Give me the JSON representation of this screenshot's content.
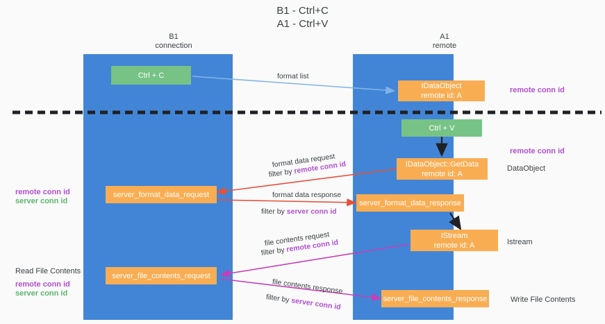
{
  "title": "B1 - Ctrl+C\nA1 - Ctrl+V",
  "columns": {
    "left": "B1\nconnection",
    "right": "A1\nremote"
  },
  "nodes": {
    "ctrl_c": "Ctrl + C",
    "ctrl_v": "Ctrl + V",
    "idataobject": "IDataObject\nremote id: A",
    "idataobject_line1": "IDataObject",
    "idataobject_line2": "remote id: A",
    "getdata_line1": "IDataObject::GetData",
    "getdata_line2": "remote id: A",
    "istream_line1": "IStream",
    "istream_line2": "remote id: A",
    "server_format_data_request": "server_format_data_request",
    "server_format_data_response": "server_format_data_response",
    "server_file_contents_request": "server_file_contents_request",
    "server_file_contents_response": "server_file_contents_response"
  },
  "edges": {
    "format_list": "format list",
    "format_data_request": "format data request",
    "format_data_request_filter_prefix": "filter by ",
    "format_data_request_filter_key": "remote conn id",
    "format_data_response": "format data response",
    "format_data_response_filter_prefix": "filter by ",
    "format_data_response_filter_key": "server conn id",
    "file_contents_request": "file contents request",
    "file_contents_request_filter_prefix": "filter by ",
    "file_contents_request_filter_key": "remote conn id",
    "file_contents_response": "file contents response",
    "file_contents_response_filter_prefix": "filter by ",
    "file_contents_response_filter_key": "server conn id"
  },
  "annotations": {
    "right_remote_conn_id_top": "remote conn id",
    "right_remote_conn_id_mid": "remote conn id",
    "right_dataobject": "DataObject",
    "right_istream": "Istream",
    "right_write_file_contents": "Write File Contents",
    "left_remote_conn_id": "remote conn id",
    "left_server_conn_id": "server conn id",
    "left_read_file_contents": "Read File Contents",
    "left_remote_conn_id_2": "remote conn id",
    "left_server_conn_id_2": "server conn id"
  },
  "colors": {
    "lane": "#4285d6",
    "green_node": "#77c386",
    "orange_node": "#f9ad52",
    "purple_text": "#b04fd0",
    "green_text": "#5cb56e",
    "arrow_blue": "#7fb4e6",
    "arrow_red": "#e8503a",
    "arrow_magenta": "#c63fb8",
    "arrow_dark": "#202124",
    "background": "#fafafa"
  }
}
